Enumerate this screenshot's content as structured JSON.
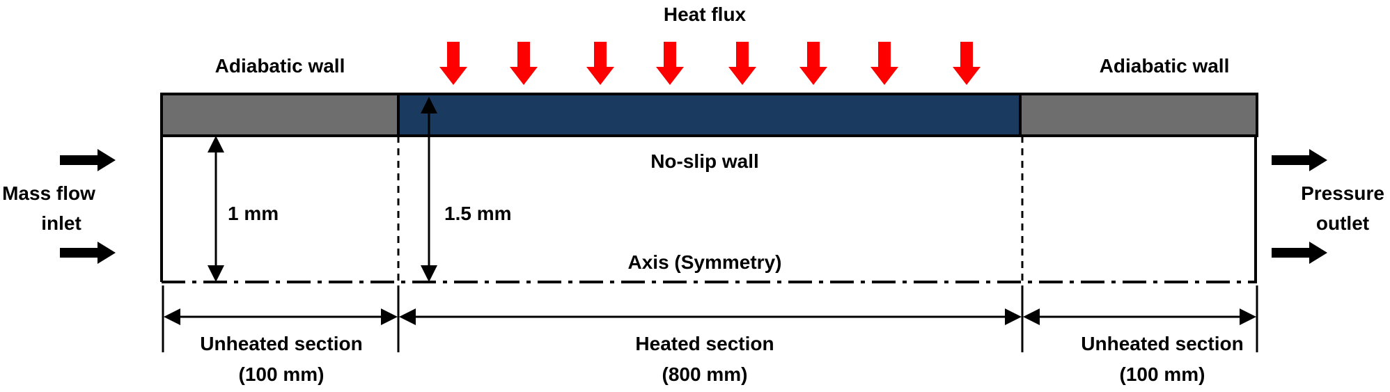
{
  "labels": {
    "heat_flux": "Heat flux",
    "adiabatic_left": "Adiabatic wall",
    "adiabatic_right": "Adiabatic wall",
    "no_slip": "No-slip wall",
    "axis": "Axis (Symmetry)",
    "inlet_line1": "Mass flow",
    "inlet_line2": "inlet",
    "outlet_line1": "Pressure",
    "outlet_line2": "outlet",
    "dim_1mm": "1 mm",
    "dim_15mm": "1.5 mm",
    "unheated_left_line1": "Unheated section",
    "unheated_left_line2": "(100 mm)",
    "heated_line1": "Heated section",
    "heated_line2": "(800 mm)",
    "unheated_right_line1": "Unheated section",
    "unheated_right_line2": "(100 mm)"
  },
  "colors": {
    "adiabatic_wall": "#6e6e6e",
    "heated_wall": "#1b3a5f",
    "heat_arrow": "#ff0000",
    "flow_arrow": "#000000",
    "line": "#000000"
  },
  "icons": {
    "heat_arrow": "arrow-down-red",
    "flow_arrow": "arrow-right-black"
  }
}
